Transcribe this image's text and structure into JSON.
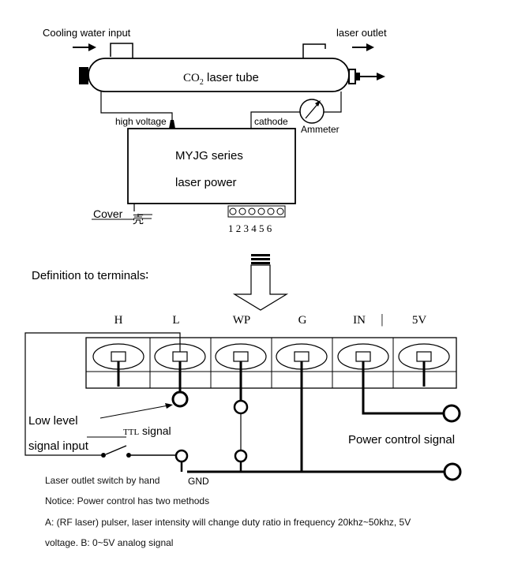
{
  "top": {
    "cooling_water_input": "Cooling water input",
    "laser_outlet": "laser outlet",
    "tube_label_prefix": "CO",
    "tube_label_sub": "2",
    "tube_label_suffix": " laser tube",
    "high_voltage": "high voltage",
    "cathode": "cathode",
    "ammeter": "Ammeter",
    "power_line1": "MYJG series",
    "power_line2": "laser power",
    "cover": "Cover",
    "cover_symbol": "壳",
    "pin_numbers": "1 2 3 4 5 6"
  },
  "definition_title": "Definition to terminals∶",
  "terminals": [
    "H",
    "L",
    "WP",
    "G",
    "IN",
    "5V"
  ],
  "separator": "|",
  "wiring": {
    "low_level": "Low level",
    "ttl_prefix": "TTL",
    "ttl_signal": " signal",
    "signal_input": "signal input",
    "power_control_signal": "Power control signal",
    "gnd": "GND"
  },
  "notes": {
    "switch": "Laser outlet switch by hand",
    "notice": "Notice: Power control has two methods",
    "method_a": "A: (RF laser) pulser, laser intensity will change duty ratio in frequency 20khz~50khz, 5V",
    "method_b": "voltage.    B: 0~5V analog signal"
  }
}
